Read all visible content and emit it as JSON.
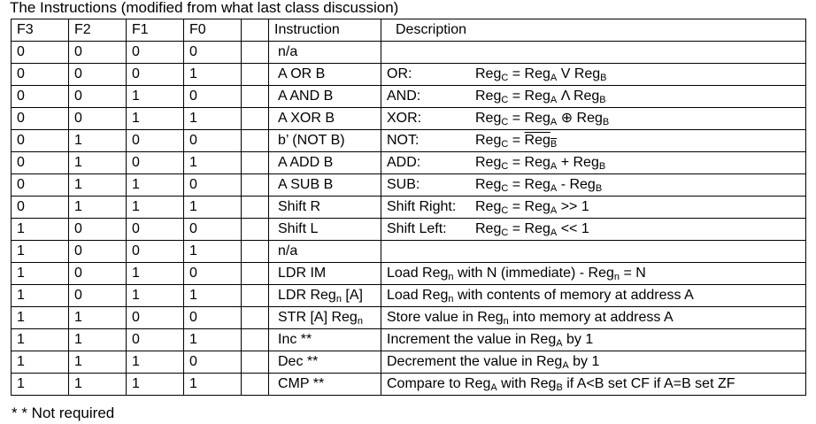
{
  "title": "The Instructions (modified from what last class discussion)",
  "headers": {
    "f3": "F3",
    "f2": "F2",
    "f1": "F1",
    "f0": "F0",
    "instruction": "Instruction",
    "description": "Description"
  },
  "rows": [
    {
      "f3": "0",
      "f2": "0",
      "f1": "0",
      "f0": "0",
      "instr": "n/a",
      "op": "",
      "eq": ""
    },
    {
      "f3": "0",
      "f2": "0",
      "f1": "0",
      "f0": "1",
      "instr": "A  OR  B",
      "op": "OR:",
      "eq": "RegC = RegA V RegB"
    },
    {
      "f3": "0",
      "f2": "0",
      "f1": "1",
      "f0": "0",
      "instr": "A  AND  B",
      "op": "AND:",
      "eq": "RegC = RegA Λ RegB"
    },
    {
      "f3": "0",
      "f2": "0",
      "f1": "1",
      "f0": "1",
      "instr": "A  XOR  B",
      "op": "XOR:",
      "eq": "RegC = RegA ⊕ RegB"
    },
    {
      "f3": "0",
      "f2": "1",
      "f1": "0",
      "f0": "0",
      "instr": "b’  (NOT B)",
      "op": "NOT:",
      "eq": "RegC = RegB (overlined)"
    },
    {
      "f3": "0",
      "f2": "1",
      "f1": "0",
      "f0": "1",
      "instr": "A  ADD B",
      "op": "ADD:",
      "eq": "RegC = RegA + RegB"
    },
    {
      "f3": "0",
      "f2": "1",
      "f1": "1",
      "f0": "0",
      "instr": "A  SUB B",
      "op": "SUB:",
      "eq": "RegC = RegA - RegB"
    },
    {
      "f3": "0",
      "f2": "1",
      "f1": "1",
      "f0": "1",
      "instr": "Shift R",
      "op": "Shift Right:",
      "eq": "RegC = RegA >> 1"
    },
    {
      "f3": "1",
      "f2": "0",
      "f1": "0",
      "f0": "0",
      "instr": "Shift L",
      "op": "Shift Left:",
      "eq": "RegC = RegA << 1"
    },
    {
      "f3": "1",
      "f2": "0",
      "f1": "0",
      "f0": "1",
      "instr": "n/a",
      "op": "",
      "eq": ""
    },
    {
      "f3": "1",
      "f2": "0",
      "f1": "1",
      "f0": "0",
      "instr": "LDR IM",
      "desc": "Load Regn with N (immediate)  -  Regn = N"
    },
    {
      "f3": "1",
      "f2": "0",
      "f1": "1",
      "f0": "1",
      "instr": "LDR Regn  [A]",
      "desc": "Load Regn with contents of memory at address A"
    },
    {
      "f3": "1",
      "f2": "1",
      "f1": "0",
      "f0": "0",
      "instr": "STR [A] Regn",
      "desc": "Store value in Regn into memory at address A"
    },
    {
      "f3": "1",
      "f2": "1",
      "f1": "0",
      "f0": "1",
      "instr": "Inc  **",
      "desc": "Increment the value in RegA by 1"
    },
    {
      "f3": "1",
      "f2": "1",
      "f1": "1",
      "f0": "0",
      "instr": "Dec **",
      "desc": "Decrement the value in RegA by 1"
    },
    {
      "f3": "1",
      "f2": "1",
      "f1": "1",
      "f0": "1",
      "instr": "CMP **",
      "desc": "Compare to RegA with RegB  if A<B set CF if A=B set ZF"
    }
  ],
  "footnote": "* * Not required"
}
